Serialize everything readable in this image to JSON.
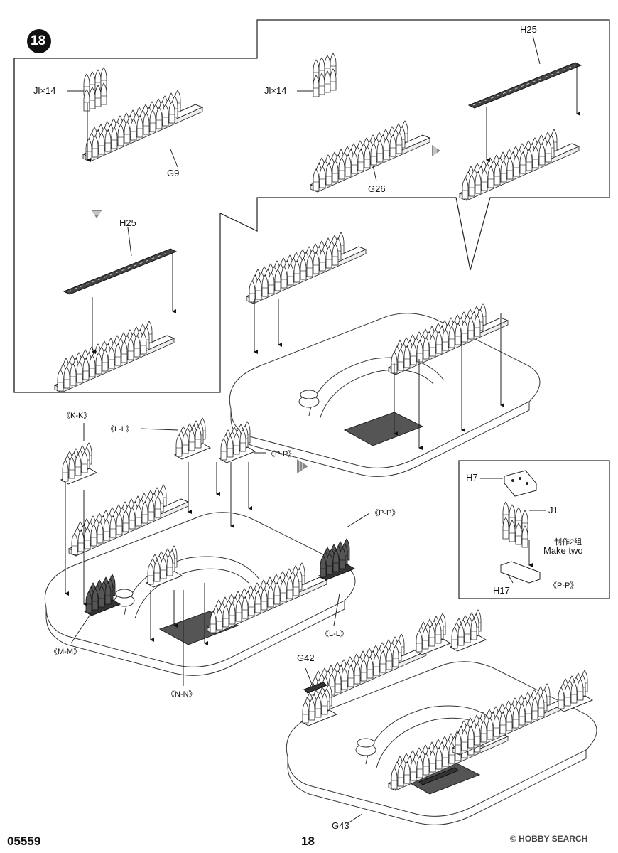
{
  "step": {
    "number": "18"
  },
  "labels": {
    "jl14_a": "Jl×14",
    "g9": "G9",
    "h25_a": "H25",
    "jl14_b": "Jl×14",
    "g26": "G26",
    "h25_b": "H25",
    "kk": "《K-K》",
    "ll_a": "《L-L》",
    "pp_a": "《P-P》",
    "pp_b": "《P-P》",
    "mm": "《M-M》",
    "nn": "《N-N》",
    "ll_b": "《L-L》",
    "h7": "H7",
    "j1": "J1",
    "make_two_cn": "制作2组",
    "make_two": "Make two",
    "h17": "H17",
    "pp_c": "《P-P》",
    "g42": "G42",
    "g43": "G43"
  },
  "footer": {
    "code": "05559",
    "page": "18",
    "watermark": "© HOBBY SEARCH"
  }
}
